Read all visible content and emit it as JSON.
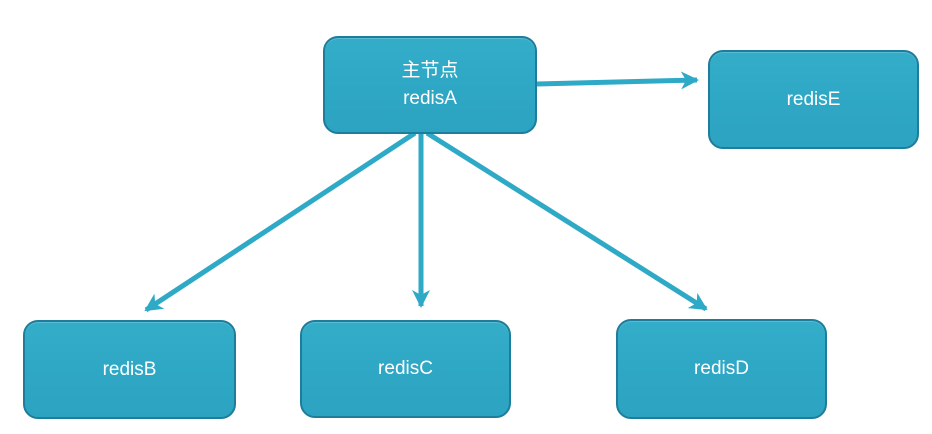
{
  "diagram": {
    "colors": {
      "node_fill": "#2FA8C6",
      "node_border": "#1E7D9B",
      "arrow": "#2EA9C6",
      "node_text": "#FFFFFF",
      "background": "#FFFFFF"
    },
    "nodes": {
      "redisA": {
        "title": "主节点",
        "label": "redisA"
      },
      "redisE": {
        "label": "redisE"
      },
      "redisB": {
        "label": "redisB"
      },
      "redisC": {
        "label": "redisC"
      },
      "redisD": {
        "label": "redisD"
      }
    },
    "edges": [
      {
        "from": "redisA",
        "to": "redisE"
      },
      {
        "from": "redisA",
        "to": "redisB"
      },
      {
        "from": "redisA",
        "to": "redisC"
      },
      {
        "from": "redisA",
        "to": "redisD"
      }
    ]
  }
}
